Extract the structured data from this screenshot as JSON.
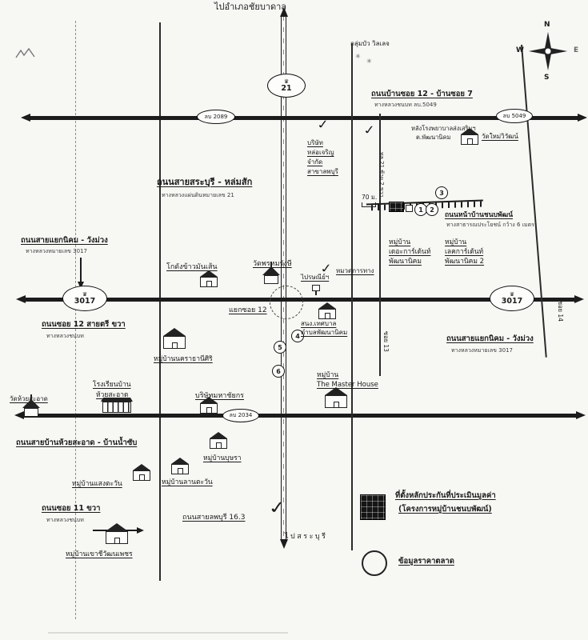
{
  "map": {
    "to_north": "ไปอำเภอชัยบาดาล",
    "to_south": "ไปสระบุรี",
    "compass": {
      "n": "N",
      "w": "W",
      "e": "E",
      "s": "S"
    },
    "shields": {
      "r21": {
        "crown": "♛",
        "num": "21"
      },
      "r3017l": {
        "crown": "♛",
        "num": "3017"
      },
      "r3017r": {
        "crown": "♛",
        "num": "3017"
      },
      "lb2089": "ลบ 2089",
      "lb5049": "ลบ 5049",
      "lb2034": "ลบ 2034"
    },
    "roads": {
      "ban_soi12_7": {
        "t": "ถนนบ้านซอย 12 - บ้านซอย 7",
        "s": "ทางหลวงชนบท ลบ.5049"
      },
      "saraburi_lomsak": {
        "t": "ถนนสายสระบุรี - หล่มสัก",
        "s": "ทางหลวงแผ่นดินหมายเลข 21"
      },
      "chanob_front": {
        "t": "ถนนหน้าบ้านชนบพัฒน์",
        "s": "ทางสาธารณประโยชน์ กว้าง 6 เมตร"
      },
      "yaek_left": {
        "t": "ถนนสายแยกนิคม - วังม่วง",
        "s": "ทางหลวงหมายเลข 3017"
      },
      "yaek_right": {
        "t": "ถนนสายแยกนิคม - วังม่วง",
        "s": "ทางหลวงหมายเลข 3017"
      },
      "soi12_trio": {
        "t": "ถนนซอย 12 สายตรี ขวา",
        "s": "ทางหลวงชนบท"
      },
      "huai_namsap": {
        "t": "ถนนสายบ้านห้วยสะอาด - บ้านน้ำซับ"
      },
      "soi11": {
        "t": "ถนนซอย 11 ขวา",
        "s": "ทางหลวงชนบท"
      },
      "lopburi": {
        "t": "ถนนสายลพบุรี 16.3"
      },
      "yaek_soi12": "แยกซอย 12",
      "soi13": "ซอย 13",
      "soi14": "ซอย 14",
      "tl21_note": "ทล.21 ซ้าย 2 ขวา",
      "dist70": "70 ม."
    },
    "places": {
      "village_top": "กลุ่มบัว วิลเลจ",
      "hosp1": "หลังโรงพยาบาลส่งเสริมฯ",
      "hosp2": "ต.พัฒนานิคม",
      "wat_mai": "วัดใหม่วิวัฒน์",
      "co1": "บริษัท",
      "co2": "หล่อเจริญ",
      "co3": "จำกัด",
      "co4": "สาขาลพบุรี",
      "garden1": "หมู่บ้าน",
      "garden2": "เดอะการ์เด้นท์",
      "garden3": "พัฒนานิคม",
      "lake1": "หมู่บ้าน",
      "lake2": "เลคการ์เด้นท์",
      "lake3": "พัฒนานิคม 2",
      "warehouse": "โกดังข้าวมันเส้น",
      "wat_phrom": "วัดพรหมรังษี",
      "post": "ไปรษณีย์ฯ",
      "mcot": "หมวดการทาง",
      "muni1": "สนง.เทศบาล",
      "muni2": "ตำบลพัฒนานิคม",
      "nakhara": "หมู่บ้านนคราธานีศิริ",
      "master1": "หมู่บ้าน",
      "master2": "The Master House",
      "school1": "โรงเรียนบ้าน",
      "school2": "ห้วยสะอาด",
      "wat_huai": "วัดห้วยสะอาด",
      "mahachai": "บริษัทมหาชัยกร",
      "busara": "หมู่บ้านบุษรา",
      "lantawan": "หมู่บ้านลานตะวัน",
      "saengtawan": "หมู่บ้านแสงตะวัน",
      "khaochi": "หมู่บ้านเขาชีวัฒนเพชร"
    },
    "points": [
      "1",
      "2",
      "3",
      "4",
      "5",
      "6"
    ],
    "legend": {
      "site1": "ที่ตั้งหลักประกันที่ประเมินมูลค่า",
      "site2": "(โครงการหมู่บ้านชนบพัฒน์)",
      "market": "ข้อมูลราคาตลาด"
    },
    "glyphs": {
      "check": "✓",
      "sprout": "✳"
    }
  }
}
